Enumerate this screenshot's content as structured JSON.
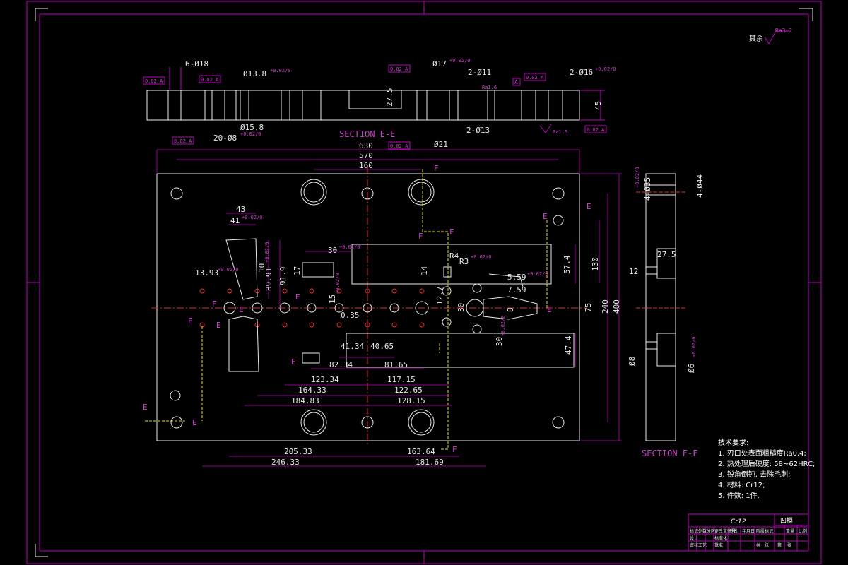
{
  "views": {
    "top_section_title": "SECTION E-E",
    "side_section_title": "SECTION F-F"
  },
  "roughness_symbol": {
    "label": "其余",
    "value": "Ra3.2"
  },
  "top_section_dims": {
    "hole_6": "6-Ø18",
    "hole_13": "Ø13.8",
    "hole_13_tol": "+0.02/0",
    "hole_17": "Ø17",
    "hole_17_tol": "+0.02/0",
    "hole_2_11": "2-Ø11",
    "hole_2_16": "2-Ø16",
    "hole_2_16_tol": "+0.02/0",
    "hole_15": "Ø15.8",
    "hole_20_8": "20-Ø8",
    "hole_20_8_tol": "+0.02/0",
    "hole_2_13": "2-Ø13",
    "hole_21": "Ø21",
    "depth_27": "27.5",
    "thick_45": "45",
    "ra_1": "Ra1.6",
    "ra_2": "Ra1.6",
    "datum_a": "A",
    "tol_box_1": "0.02 A",
    "tol_box_2": "0.02 A",
    "tol_box_3": "0.02 A",
    "tol_box_4": "0.02 A",
    "tol_box_5": "0.02 A",
    "tol_box_6": "0.02 A",
    "tol_box_7": "0.02 A"
  },
  "plan_dims": {
    "d630": "630",
    "d570": "570",
    "d160": "160",
    "d43": "43",
    "d41": "41",
    "d41_tol": "+0.02/0",
    "d30": "30",
    "d30_tol": "+0.02/0",
    "d13_93": "13.93",
    "d13_93_tol": "+0.02/0",
    "d10": "10",
    "d10_tol": "+0.02/0",
    "d89_91": "89.91",
    "d91_9": "91.9",
    "d17": "17",
    "d14": "14",
    "d15": "15",
    "d15_tol": "+0.02/0",
    "d0_35": "0.35",
    "d41_34": "41.34",
    "d40_65": "40.65",
    "d82_34": "82.34",
    "d81_65": "81.65",
    "d123_34": "123.34",
    "d117_15": "117.15",
    "d164_33": "164.33",
    "d122_65": "122.65",
    "d184_83": "184.83",
    "d128_15": "128.15",
    "d205_33": "205.33",
    "d163_64": "163.64",
    "d246_33": "246.33",
    "d181_69": "181.69",
    "dR4": "R4",
    "dR3": "R3",
    "dR3_tol": "+0.02/0",
    "d5_59": "5.59",
    "d5_59_tol": "+0.02/0",
    "d7_59": "7.59",
    "d12_7": "12.7",
    "d30b": "30",
    "d30c": "30",
    "d30c_tol": "+0.02/0",
    "d8": "8",
    "d57_4": "57.4",
    "d130": "130",
    "d75": "75",
    "d240": "240",
    "d400": "400",
    "d47_4": "47.4"
  },
  "section_labels": [
    "E",
    "E",
    "E",
    "E",
    "E",
    "E",
    "E",
    "E",
    "E",
    "E",
    "F",
    "F",
    "F",
    "F",
    "F"
  ],
  "side_dims": {
    "d4_35": "4-Ø35",
    "d4_35_tol": "+0.02/0",
    "d4_44": "4-Ø44",
    "d27_5": "27.5",
    "d12": "12",
    "d8": "Ø8",
    "d6": "Ø6",
    "d6_tol": "+0.02/0"
  },
  "tech_notes": {
    "title": "技术要求:",
    "items": [
      "1. 刃口处表面粗糙度Ra0.4;",
      "2. 热处理后硬度: 58~62HRC;",
      "3. 锐角倒钝, 去除毛刺;",
      "4. 材料: Cr12;",
      "5. 件数: 1件."
    ]
  },
  "title_block": {
    "material": "Cr12",
    "part_name": "凹模",
    "cells": [
      "标记",
      "处数",
      "分区",
      "更改文件号",
      "签名",
      "年月日",
      "设计",
      "标准化",
      "阶段标记",
      "重量",
      "比例",
      "审核",
      "工艺",
      "批准",
      "共",
      "张",
      "第",
      "张"
    ]
  },
  "colors": {
    "frame": "#c000c0",
    "outline": "#e8e8e8",
    "centerline": "#e03030",
    "dimension": "#d040d0",
    "hidden": "#e0e000"
  }
}
